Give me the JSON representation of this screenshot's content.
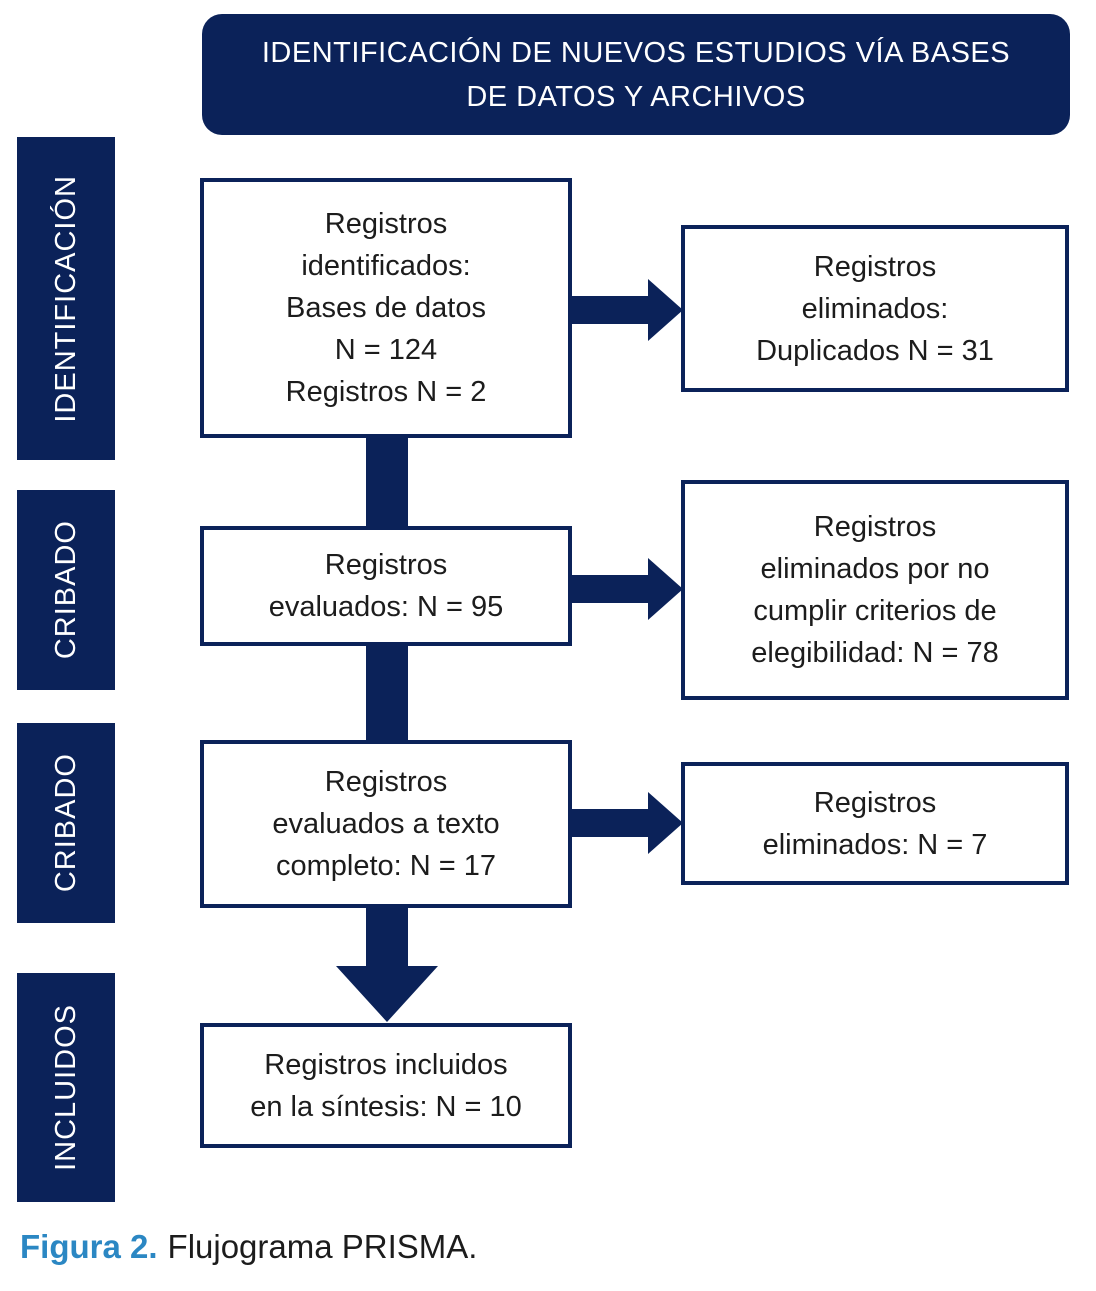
{
  "header": {
    "lines": [
      "IDENTIFICACIÓN DE NUEVOS ESTUDIOS VÍA BASES",
      "DE DATOS Y ARCHIVOS"
    ]
  },
  "sidebar": {
    "stages": [
      {
        "label": "IDENTIFICACIÓN"
      },
      {
        "label": "CRIBADO"
      },
      {
        "label": "CRIBADO"
      },
      {
        "label": "INCLUIDOS"
      }
    ]
  },
  "flow": {
    "main_boxes": [
      {
        "lines": [
          "Registros",
          "identificados:",
          "Bases de datos",
          "N = 124",
          "Registros N = 2"
        ]
      },
      {
        "lines": [
          "Registros",
          "evaluados: N = 95"
        ]
      },
      {
        "lines": [
          "Registros",
          "evaluados a texto",
          "completo: N = 17"
        ]
      },
      {
        "lines": [
          "Registros incluidos",
          "en la síntesis: N = 10"
        ]
      }
    ],
    "side_boxes": [
      {
        "lines": [
          "Registros",
          "eliminados:",
          "Duplicados N = 31"
        ]
      },
      {
        "lines": [
          "Registros",
          "eliminados por no",
          "cumplir criterios de",
          "elegibilidad: N = 78"
        ]
      },
      {
        "lines": [
          "Registros",
          "eliminados: N = 7"
        ]
      }
    ]
  },
  "caption": {
    "label": "Figura 2.",
    "text": "Flujograma PRISMA."
  },
  "colors": {
    "navy": "#0b2259",
    "caption_blue": "#2b87c3",
    "text": "#1c1c1c"
  }
}
